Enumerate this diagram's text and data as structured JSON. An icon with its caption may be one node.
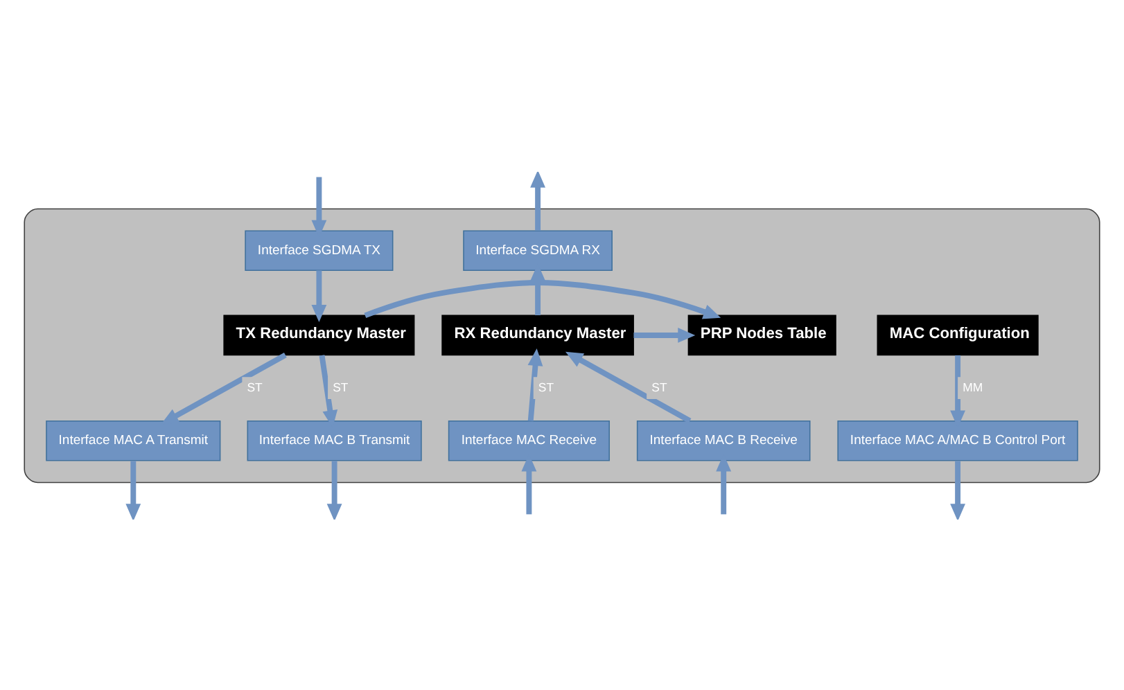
{
  "diagram": {
    "nodes": [
      {
        "text": [],
        "shape": "box"
      },
      {
        "text": [
          "Interface SGDMA TX"
        ],
        "in": 0
      },
      {
        "text": [
          "TX Redundancy Master"
        ],
        "in": 0
      },
      {
        "text": [
          "PRP Nodes Table"
        ],
        "in": 0
      },
      {
        "text": [
          "RX Redundancy Master"
        ],
        "in": 0
      },
      {
        "text": [
          "Interface SGDMA RX"
        ],
        "in": 0
      },
      {
        "text": [
          "MAC Configuration"
        ],
        "in": 0
      },
      {
        "text": [
          "Interface MAC A Transmit"
        ],
        "in": 0
      },
      {
        "text": [
          "Interface MAC B Transmit"
        ],
        "in": 0
      },
      {
        "text": [
          "Interface MAC Receive"
        ],
        "in": 0
      },
      {
        "text": [
          "Interface MAC B Receive"
        ],
        "in": 0
      },
      {
        "text": [
          "Interface MAC A/MAC B Control Port"
        ],
        "in": 0
      }
    ],
    "edges": [
      {
        "from": null,
        "to": 1,
        "arrow": "to"
      },
      {
        "from": 1,
        "to": 2,
        "arrow": "to"
      },
      {
        "from": 2,
        "to": 3,
        "arrow": "to"
      },
      {
        "from": 4,
        "to": 3,
        "arrow": "to"
      },
      {
        "from": 4,
        "to": 5,
        "arrow": "to"
      },
      {
        "from": 5,
        "to": null,
        "arrow": "to"
      },
      {
        "from": 2,
        "to": 7,
        "arrow": "to",
        "label": "ST"
      },
      {
        "from": 2,
        "to": 8,
        "arrow": "to",
        "label": "ST"
      },
      {
        "from": 9,
        "to": 4,
        "arrow": "to",
        "label": "ST"
      },
      {
        "from": 10,
        "to": 4,
        "arrow": "to",
        "label": "ST"
      },
      {
        "from": 6,
        "to": 11,
        "arrow": "to",
        "label": "MM"
      },
      {
        "from": 7,
        "to": null,
        "arrow": "to"
      },
      {
        "from": 8,
        "to": null,
        "arrow": "to"
      },
      {
        "from": null,
        "to": 9,
        "arrow": "to"
      },
      {
        "from": null,
        "to": 10,
        "arrow": "to"
      },
      {
        "from": 11,
        "to": null,
        "arrow": "to"
      }
    ]
  }
}
